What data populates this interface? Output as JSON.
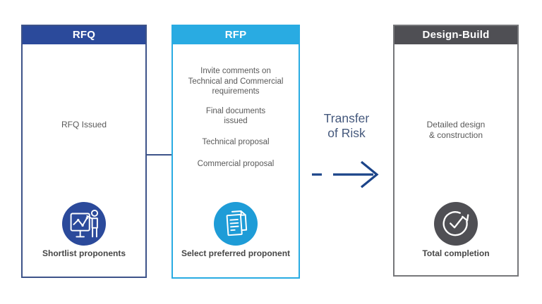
{
  "cards": [
    {
      "header": "RFQ",
      "body_lines": [
        "RFQ Issued"
      ],
      "footer": "Shortlist proponents",
      "icon": "presentation-chart-icon"
    },
    {
      "header": "RFP",
      "paragraphs": [
        [
          "Invite comments on",
          "Technical and Commercial",
          "requirements"
        ],
        [
          "Final documents",
          "issued"
        ],
        [
          "Technical proposal"
        ],
        [
          "Commercial proposal"
        ]
      ],
      "footer": "Select preferred proponent",
      "icon": "documents-icon"
    },
    {
      "header": "Design-Build",
      "body_lines": [
        "Detailed design",
        "& construction"
      ],
      "footer": "Total completion",
      "icon": "completion-cycle-check-icon"
    }
  ],
  "transfer": {
    "lines": [
      "Transfer",
      "of Risk"
    ]
  },
  "colors": {
    "rfq_header": "#2b4a9b",
    "rfq_border": "#3d5389",
    "rfp_header": "#29abe2",
    "rfp_border": "#29abe2",
    "db_header": "#4f4f54",
    "db_border": "#76777a",
    "body_text": "#595959",
    "footer_text": "#464646",
    "transfer_text": "#44587c",
    "arrow": "#1b4489"
  }
}
